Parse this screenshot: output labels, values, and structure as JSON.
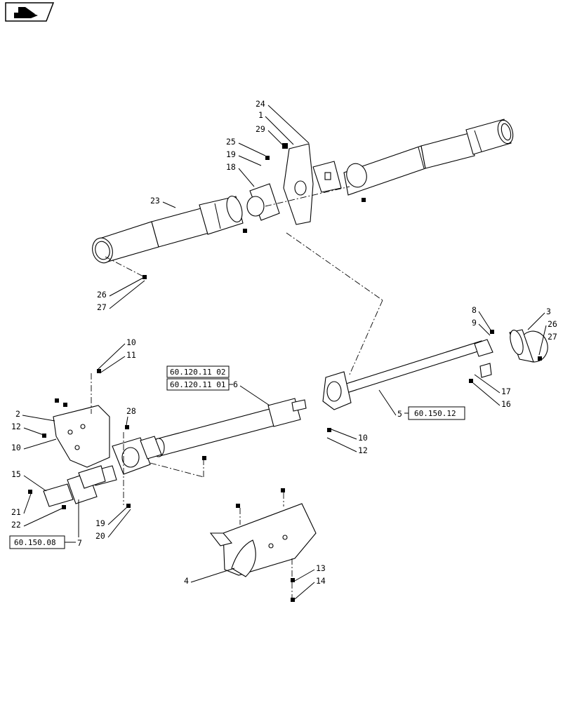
{
  "callouts": {
    "c24": "24",
    "c1": "1",
    "c29": "29",
    "c25": "25",
    "c19a": "19",
    "c18": "18",
    "c23": "23",
    "c26a": "26",
    "c27a": "27",
    "c8": "8",
    "c9": "9",
    "c3": "3",
    "c26b": "26",
    "c27b": "27",
    "c10a": "10",
    "c11": "11",
    "c6": "6",
    "c2": "2",
    "c12a": "12",
    "c10b": "10",
    "c28": "28",
    "c5": "5",
    "c17": "17",
    "c16": "16",
    "c10c": "10",
    "c12b": "12",
    "c15": "15",
    "c21": "21",
    "c22": "22",
    "c7": "7",
    "c19b": "19",
    "c20": "20",
    "c4": "4",
    "c13": "13",
    "c14": "14"
  },
  "refs": {
    "r1": "60.120.11 02",
    "r2": "60.120.11 01",
    "r3": "60.150.12",
    "r4": "60.150.08"
  },
  "icons": {
    "nav": "back-arrow-icon"
  }
}
